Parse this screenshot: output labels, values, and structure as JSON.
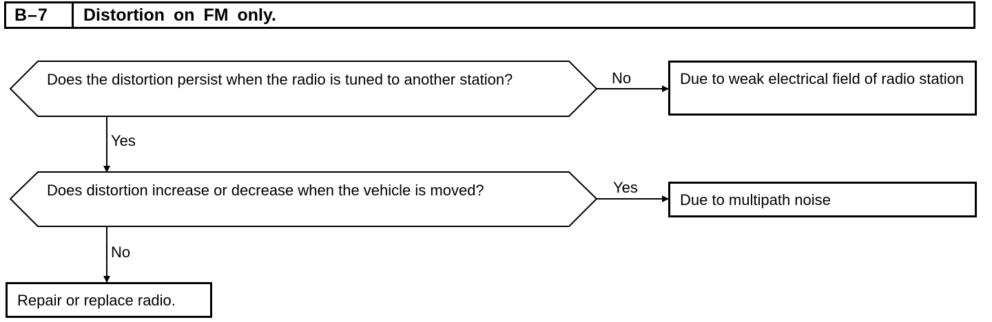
{
  "header": {
    "code": "B–7",
    "title": "Distortion on FM only."
  },
  "nodes": {
    "q1": "Does the distortion persist when the radio is tuned to another station?",
    "q2": "Does distortion increase or decrease when the vehicle is moved?",
    "r1": "Due to weak electrical field of radio station",
    "r2": "Due to multipath noise",
    "r3": "Repair or replace radio."
  },
  "edges": {
    "q1_no": "No",
    "q1_yes": "Yes",
    "q2_yes": "Yes",
    "q2_no": "No"
  }
}
